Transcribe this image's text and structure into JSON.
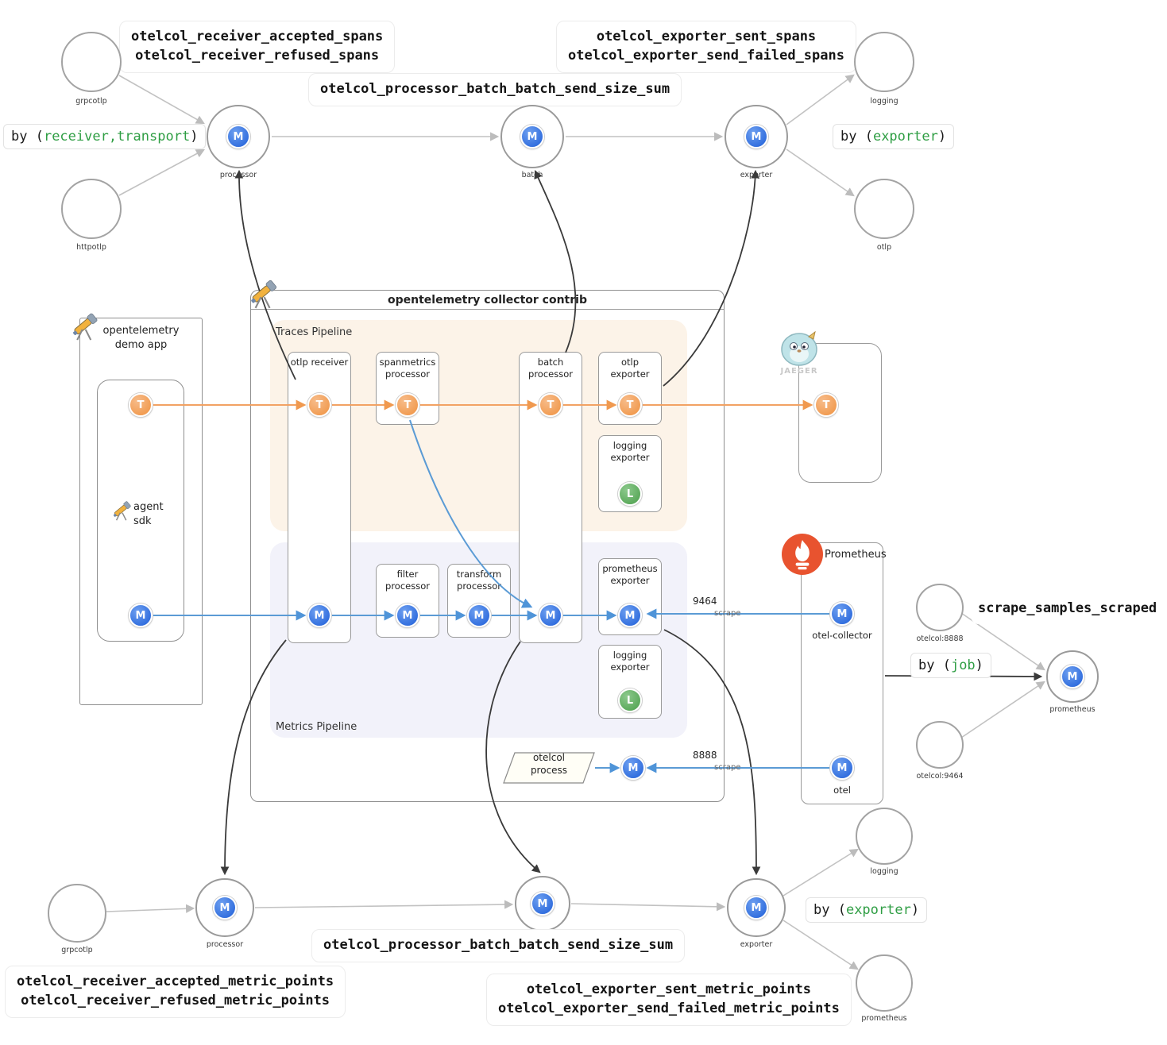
{
  "letters": {
    "metric": "M",
    "trace": "T",
    "log": "L"
  },
  "top": {
    "receiver_spans": "otelcol_receiver_accepted_spans\notelcol_receiver_refused_spans",
    "batch_size": "otelcol_processor_batch_batch_send_size_sum",
    "exporter_spans": "otelcol_exporter_sent_spans\notelcol_exporter_send_failed_spans",
    "by_receiver_prefix": "by (",
    "by_receiver_value": "receiver,transport",
    "by_receiver_suffix": ")",
    "by_exporter_prefix": "by (",
    "by_exporter_value": "exporter",
    "by_exporter_suffix": ")",
    "grpcotlp": "grpcotlp",
    "httpotlp": "httpotlp",
    "processor": "processor",
    "batch": "batch",
    "exporter": "exporter",
    "logging": "logging",
    "otlp": "otlp"
  },
  "collector": {
    "title": "opentelemetry collector contrib",
    "traces_pipeline": "Traces Pipeline",
    "metrics_pipeline": "Metrics Pipeline",
    "otlp_receiver": "otlp receiver",
    "spanmetrics_processor": "spanmetrics\nprocessor",
    "batch_processor": "batch\nprocessor",
    "otlp_exporter": "otlp\nexporter",
    "logging_exporter_traces": "logging\nexporter",
    "filter_processor": "filter\nprocessor",
    "transform_processor": "transform\nprocessor",
    "prometheus_exporter": "prometheus\nexporter",
    "logging_exporter_metrics": "logging\nexporter",
    "otelcol_process": "otelcol\nprocess"
  },
  "demo_app": {
    "title": "opentelemetry\ndemo app",
    "agent_sdk": "agent\nsdk"
  },
  "jaeger": {
    "name": "JAEGER"
  },
  "prometheus": {
    "title": "Prometheus",
    "otel_collector": "otel-collector",
    "otel": "otel",
    "scrape_9464_port": "9464",
    "scrape_9464_text": "scrape",
    "scrape_8888_port": "8888",
    "scrape_8888_text": "scrape"
  },
  "right": {
    "otelcol_8888": "otelcol:8888",
    "otelcol_9464": "otelcol:9464",
    "scrape_samples": "scrape_samples_scraped",
    "by_job_prefix": "by (",
    "by_job_value": "job",
    "by_job_suffix": ")",
    "prometheus_node": "prometheus"
  },
  "bottom": {
    "grpcotlp": "grpcotlp",
    "processor": "processor",
    "exporter": "exporter",
    "logging": "logging",
    "prometheus": "prometheus",
    "batch_size": "otelcol_processor_batch_batch_send_size_sum",
    "receiver_points": "otelcol_receiver_accepted_metric_points\notelcol_receiver_refused_metric_points",
    "exporter_points": "otelcol_exporter_sent_metric_points\notelcol_exporter_send_failed_metric_points",
    "by_exporter_prefix": "by (",
    "by_exporter_value": "exporter",
    "by_exporter_suffix": ")"
  }
}
